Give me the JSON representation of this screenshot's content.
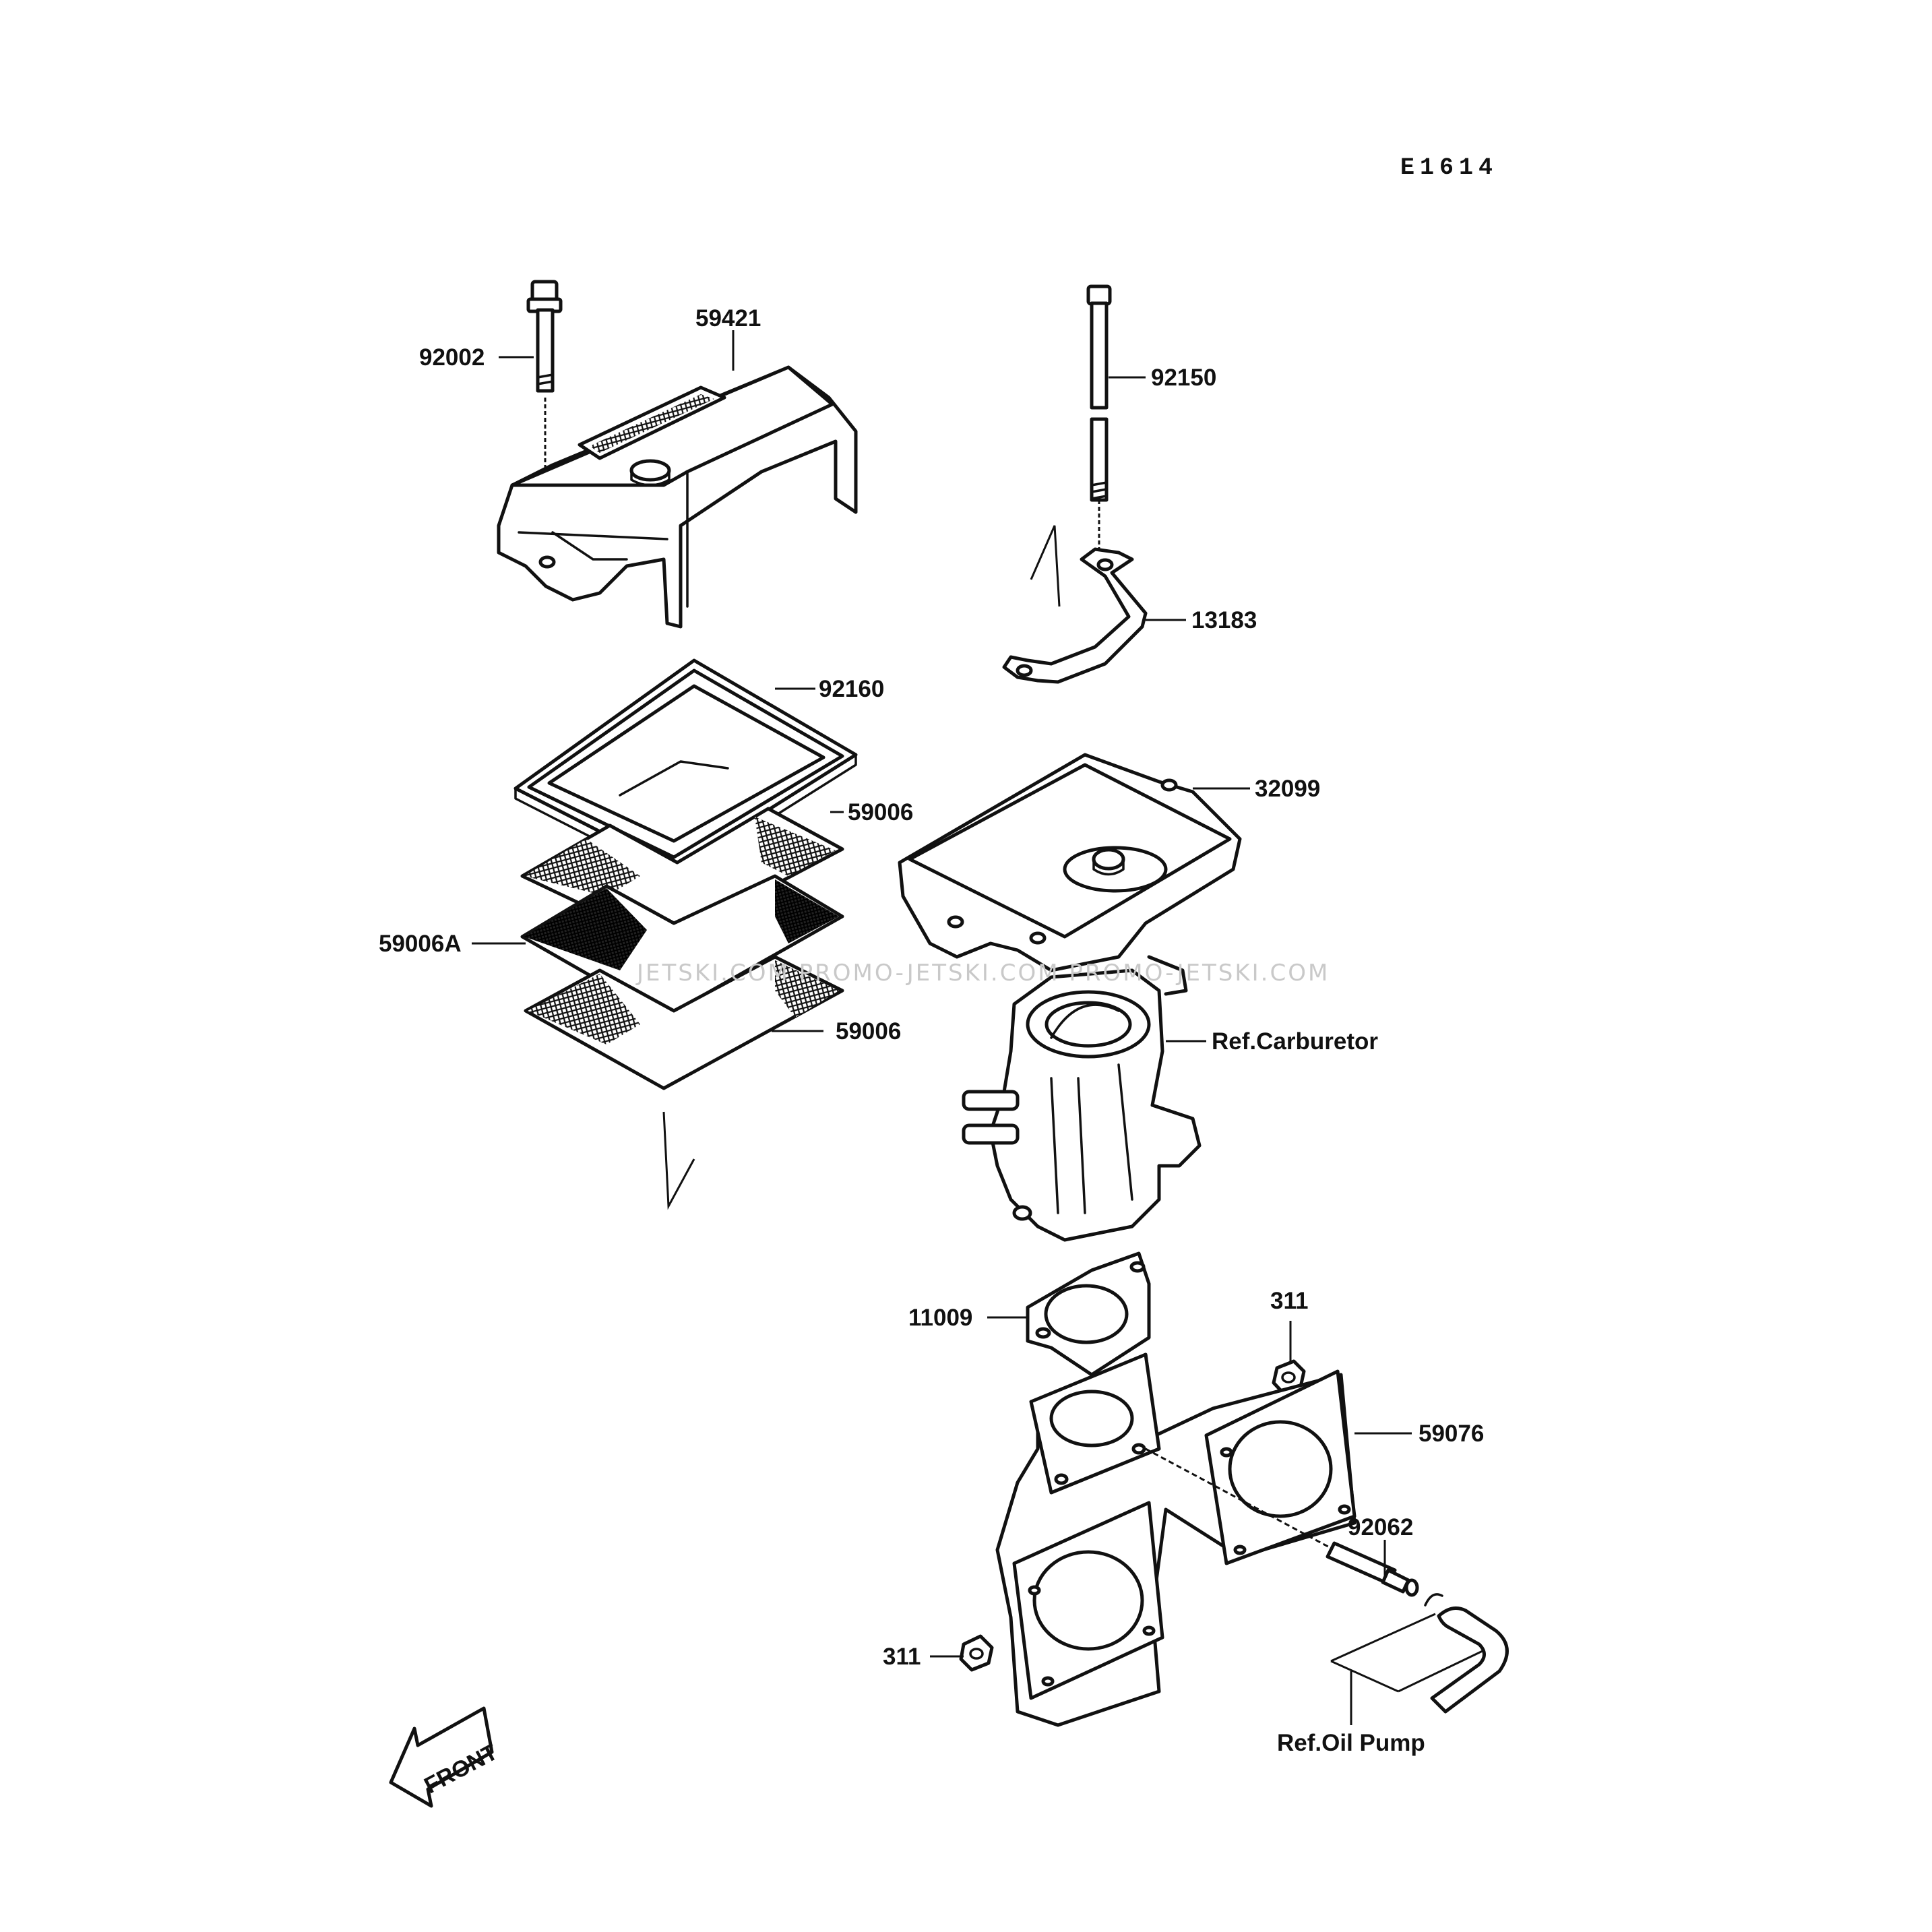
{
  "diagram_code": "E1614",
  "watermark": "JETSKI.COM PROMO-JETSKI.COM PROMO-JETSKI.COM",
  "front_label": "FRONT",
  "labels": {
    "p92002": "92002",
    "p59421": "59421",
    "p92150": "92150",
    "p13183": "13183",
    "p92160": "92160",
    "p59006_top": "59006",
    "p59006a": "59006A",
    "p59006_bottom": "59006",
    "p32099": "32099",
    "ref_carburetor": "Ref.Carburetor",
    "p11009": "11009",
    "p311_top": "311",
    "p59076": "59076",
    "p92062": "92062",
    "p311_bottom": "311",
    "ref_oil_pump": "Ref.Oil Pump"
  }
}
